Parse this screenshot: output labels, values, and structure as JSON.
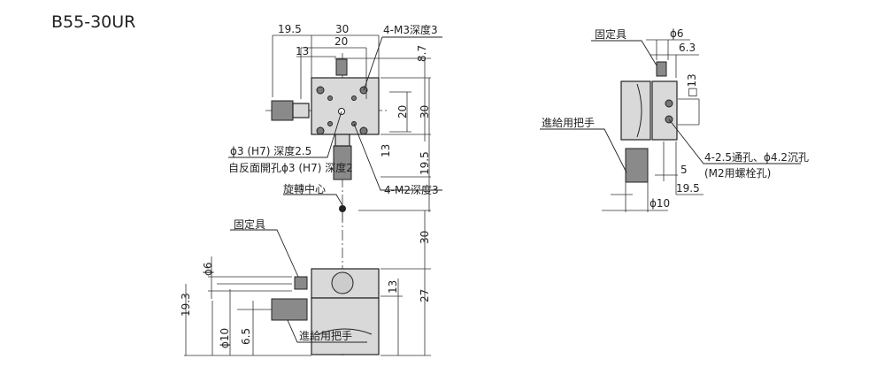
{
  "title": "B55-30UR",
  "top_view": {
    "dims": {
      "d19_5_top": "19.5",
      "d30_top": "30",
      "d20_top": "20",
      "d13_left": "13",
      "d8_7": "8.7",
      "d20_right": "20",
      "d30_right": "30",
      "d13_right": "13",
      "d19_5_right": "19.5"
    },
    "labels": {
      "m3": "4-M3深度3",
      "phi3": "ϕ3 (H7) 深度2.5",
      "back_hole": "自反面開孔ϕ3 (H7) 深度2",
      "rotation_center": "旋轉中心",
      "m2": "4-M2深度3"
    }
  },
  "front_view": {
    "dims": {
      "d30": "30",
      "d13": "13",
      "d27": "27",
      "phi6": "ϕ6",
      "d19_3": "19.3",
      "phi10": "ϕ10",
      "d6_5": "6.5"
    },
    "labels": {
      "clamp": "固定具",
      "feed_handle": "進給用把手"
    }
  },
  "side_view": {
    "dims": {
      "phi6": "ϕ6",
      "d6_3": "6.3",
      "sq13": "□13",
      "d5": "5",
      "d19_5": "19.5",
      "phi10": "ϕ10"
    },
    "labels": {
      "clamp": "固定具",
      "feed_handle": "進給用把手",
      "holes": "4-2.5通孔、ϕ4.2沉孔",
      "bolt": "(M2用螺栓孔)"
    }
  }
}
